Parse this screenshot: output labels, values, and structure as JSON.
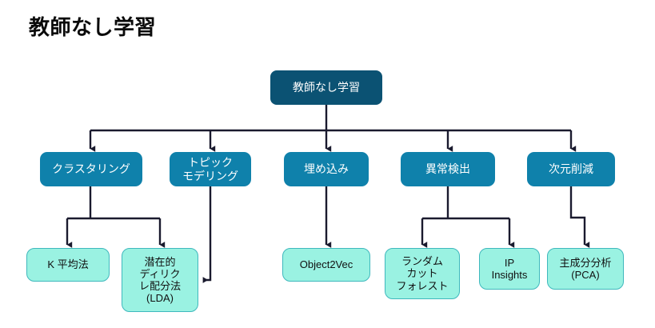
{
  "page": {
    "title": "教師なし学習",
    "background_color": "#ffffff"
  },
  "colors": {
    "root_fill": "#0b5273",
    "branch_fill": "#0f81ab",
    "leaf_fill": "#9af2e2",
    "leaf_border": "#3fb8bd",
    "connector": "#1a1a2e",
    "root_text": "#ffffff",
    "branch_text": "#ffffff",
    "leaf_text": "#111111",
    "title_text": "#0a0a0a"
  },
  "diagram": {
    "type": "tree",
    "root": {
      "id": "root",
      "label": "教師なし学習"
    },
    "branches": [
      {
        "id": "clustering",
        "label": "クラスタリング"
      },
      {
        "id": "topic",
        "label": "トピック\nモデリング"
      },
      {
        "id": "embedding",
        "label": "埋め込み"
      },
      {
        "id": "anomaly",
        "label": "異常検出"
      },
      {
        "id": "dimreduction",
        "label": "次元削減"
      }
    ],
    "leaves": [
      {
        "id": "kmeans",
        "label": "K 平均法",
        "parent": "clustering"
      },
      {
        "id": "lda",
        "label": "潜在的\nディリク\nレ配分法\n(LDA)",
        "parent": "clustering"
      },
      {
        "id": "object2vec",
        "label": "Object2Vec",
        "parent": "embedding"
      },
      {
        "id": "rcf",
        "label": "ランダム\nカット\nフォレスト",
        "parent": "anomaly"
      },
      {
        "id": "ipinsights",
        "label": "IP\nInsights",
        "parent": "anomaly"
      },
      {
        "id": "pca",
        "label": "主成分分析\n(PCA)",
        "parent": "dimreduction"
      }
    ]
  }
}
